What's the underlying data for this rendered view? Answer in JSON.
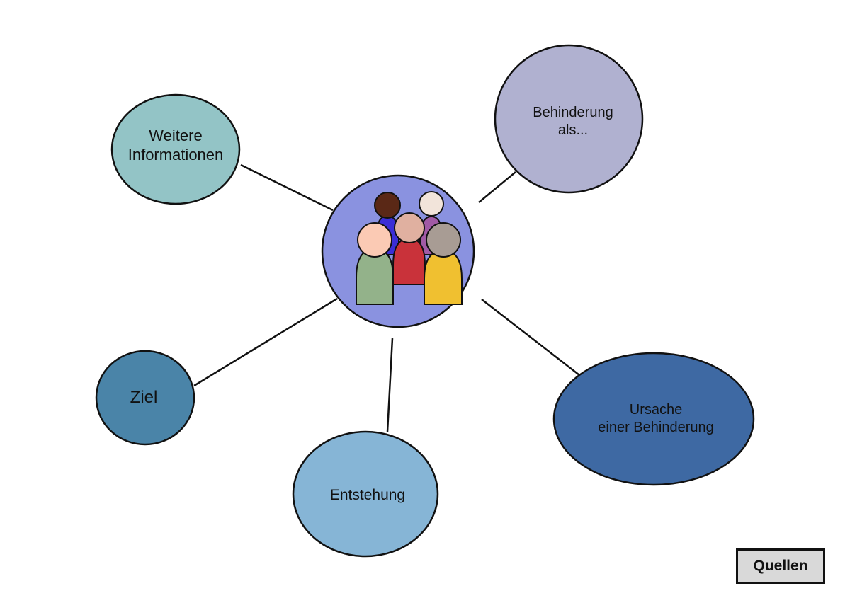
{
  "colors": {
    "center": "#8a92e0",
    "weitere": "#93c4c6",
    "behinderung": "#b0b1d0",
    "ziel": "#4a84a8",
    "entstehung": "#86b5d6",
    "ursache": "#3e69a3",
    "outline": "#111111",
    "quellen_bg": "#d9d9d9"
  },
  "center": {
    "icon": "people-group-icon"
  },
  "nodes": {
    "weitere": {
      "line1": "Weitere",
      "line2": "Informationen"
    },
    "behinderung": {
      "line1": "Behinderung",
      "line2": "als..."
    },
    "ziel": {
      "label": "Ziel"
    },
    "entstehung": {
      "label": "Entstehung"
    },
    "ursache": {
      "line1": "Ursache",
      "line2": "einer Behinderung"
    }
  },
  "buttons": {
    "quellen": "Quellen"
  }
}
